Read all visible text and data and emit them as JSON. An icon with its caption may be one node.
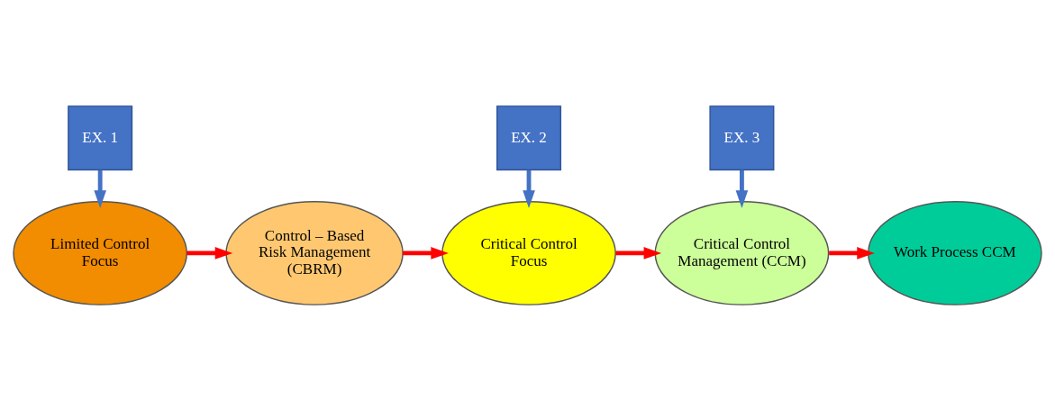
{
  "diagram": {
    "nodes": [
      {
        "text": [
          "EX. 1"
        ]
      },
      {
        "text": [
          "Limited Control Focus"
        ]
      },
      {
        "text": [
          "Control – Based Risk Management (CBRM)"
        ]
      },
      {
        "text": [
          "EX. 2"
        ]
      },
      {
        "text": [
          "Critical Control Focus"
        ]
      },
      {
        "text": [
          "EX. 3"
        ]
      },
      {
        "text": [
          "Critical Control Management (CCM)"
        ]
      },
      {
        "text": [
          "Work Process CCM"
        ]
      }
    ],
    "edges": [
      {
        "from": 1,
        "to": 2,
        "arrow": "to"
      },
      {
        "from": 2,
        "to": 4,
        "arrow": "to"
      },
      {
        "from": 4,
        "to": 6,
        "arrow": "to"
      },
      {
        "from": 6,
        "to": 7,
        "arrow": "to"
      },
      {
        "from": 0,
        "to": 1,
        "arrow": "to",
        "color": "#4472c4"
      },
      {
        "from": 3,
        "to": 4,
        "arrow": "to",
        "color": "#4472c4"
      },
      {
        "from": 5,
        "to": 6,
        "arrow": "to",
        "color": "#4472c4"
      }
    ]
  }
}
